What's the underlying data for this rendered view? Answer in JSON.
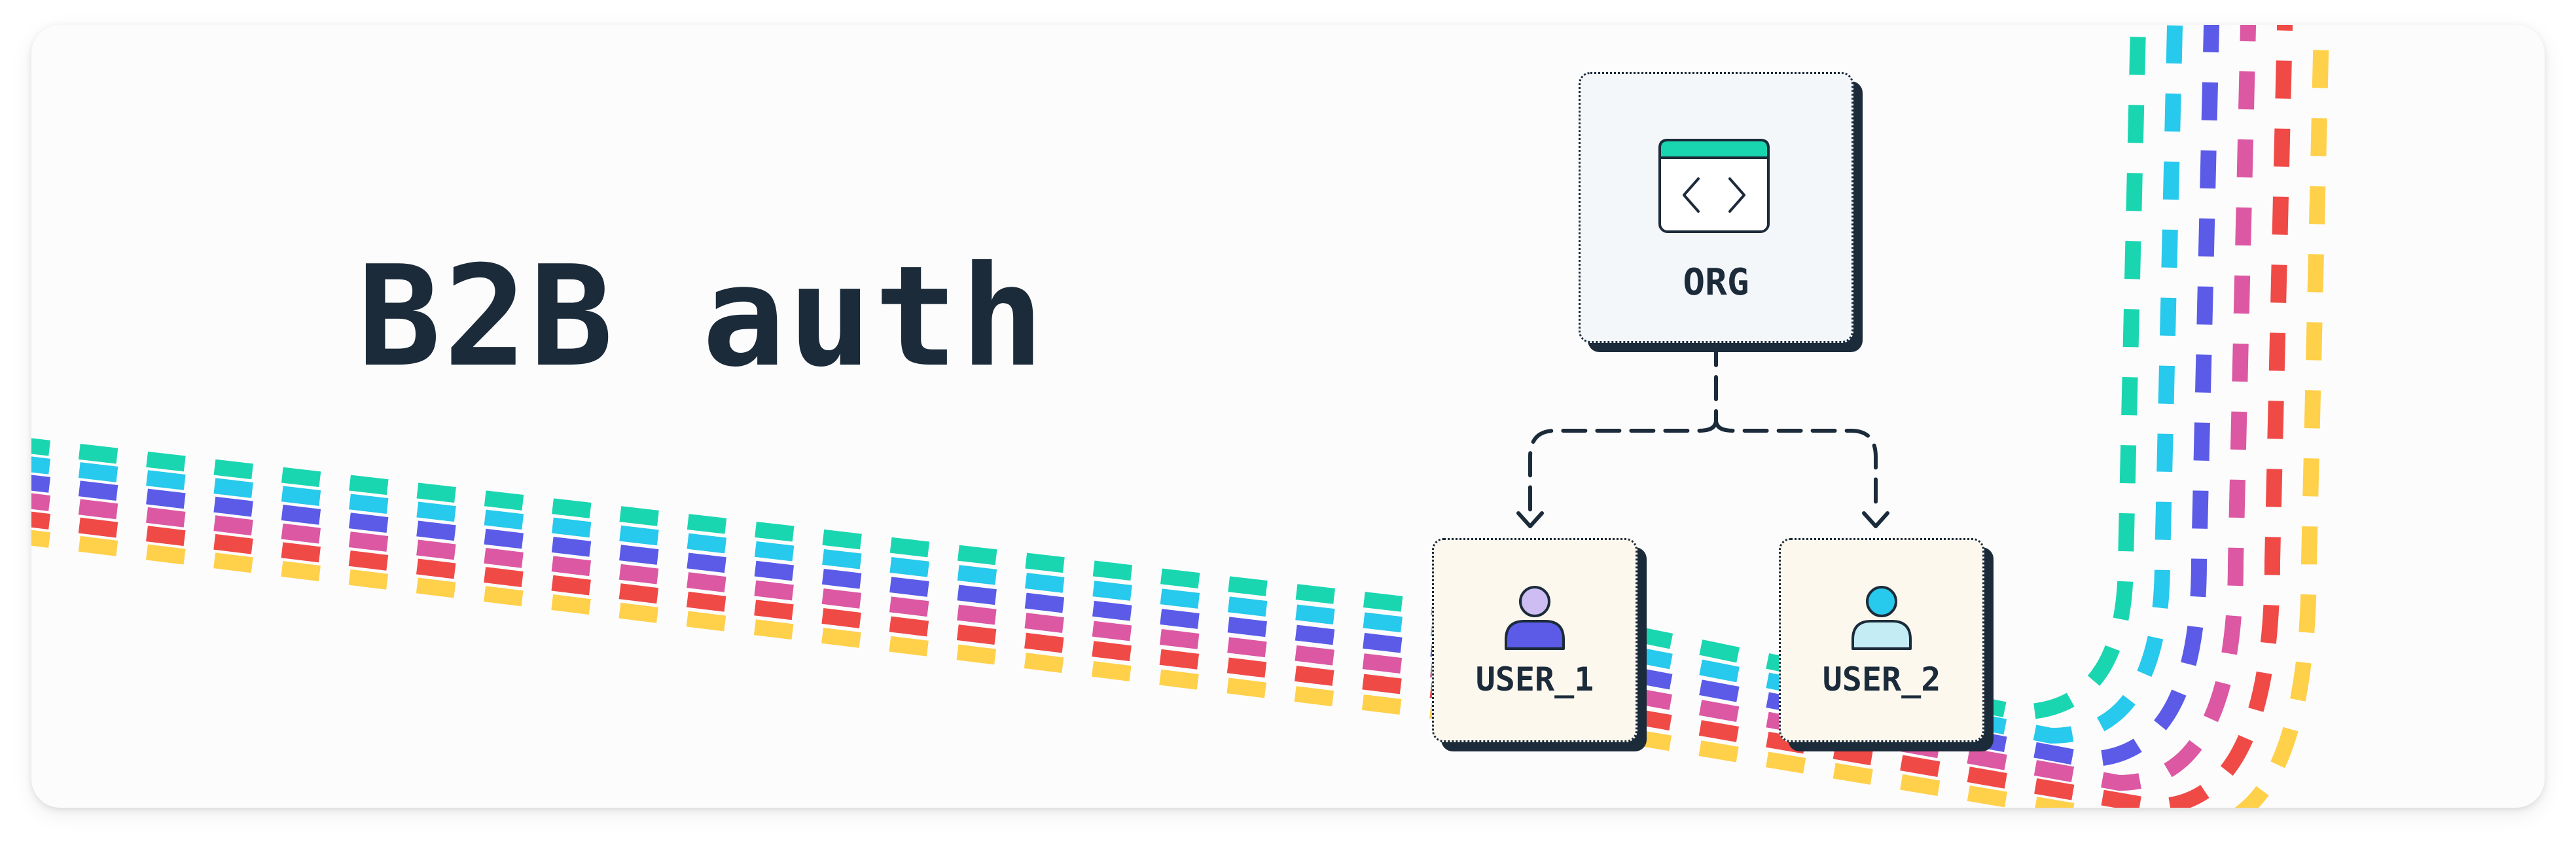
{
  "title": "B2B auth",
  "nodes": {
    "org": {
      "label": "ORG"
    },
    "user_1": {
      "label": "USER_1"
    },
    "user_2": {
      "label": "USER_2"
    }
  },
  "colors": {
    "text_dark": "#1c2b3a",
    "stripes": [
      "#1ad6b0",
      "#27c9ec",
      "#5b5be8",
      "#dc58a2",
      "#f04a47",
      "#ffd04a"
    ],
    "user_1_avatar": {
      "head": "#cdbdf2",
      "body": "#5b5be8"
    },
    "user_2_avatar": {
      "head": "#27c9ec",
      "body": "#c4ecf4"
    },
    "org_window_bar": "#1ad6b0"
  },
  "icons": {
    "org": "code-window-icon",
    "user": "user-avatar-icon"
  }
}
